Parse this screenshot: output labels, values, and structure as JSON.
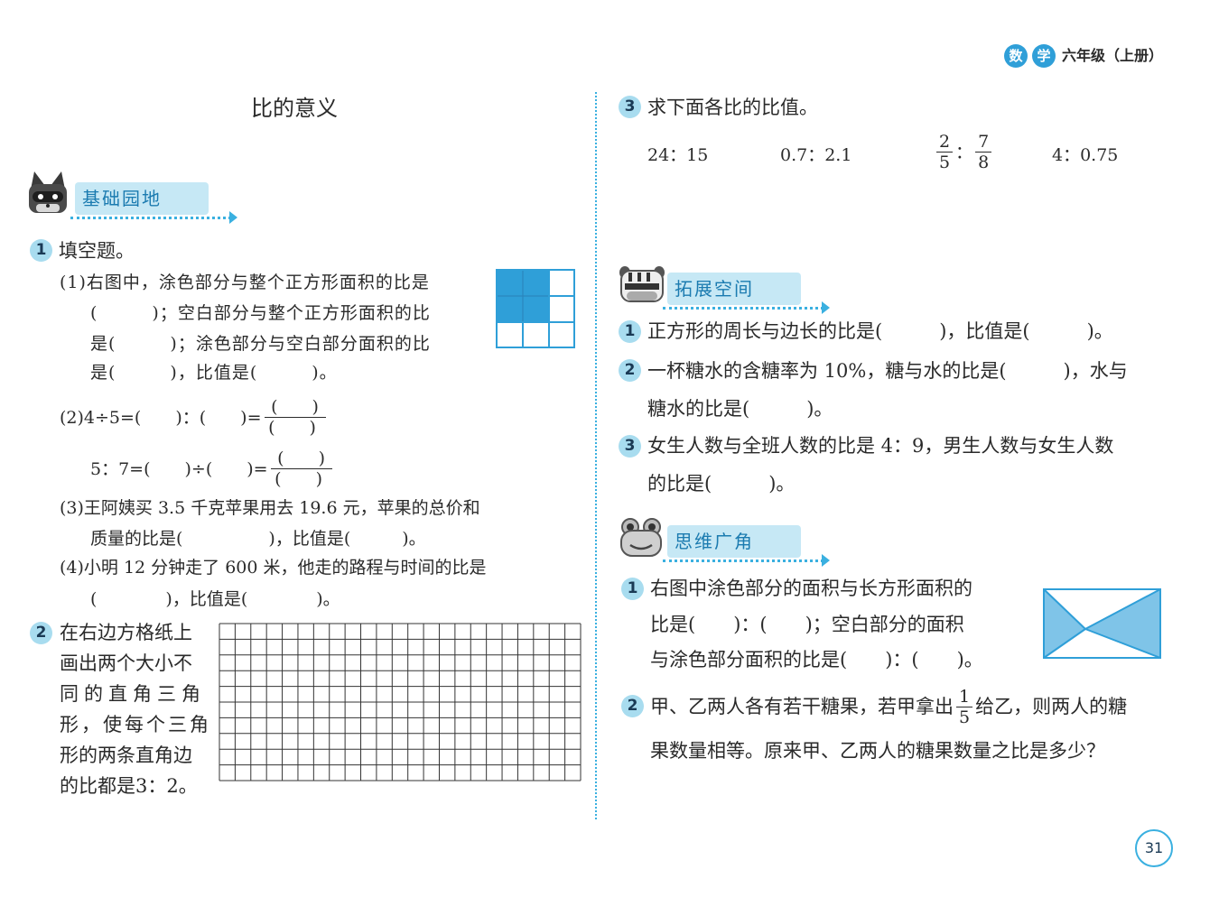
{
  "header": {
    "subject_char1": "数",
    "subject_char2": "学",
    "grade": "六年级（上册）"
  },
  "title": "比的意义",
  "left": {
    "section_label": "基础园地",
    "q1": {
      "num": "1",
      "title": "填空题。",
      "p1_l1": "(1)右图中，涂色部分与整个正方形面积的比是",
      "p1_l2": "(　　　)；空白部分与整个正方形面积的比",
      "p1_l3": "是(　　　)；涂色部分与空白部分面积的比",
      "p1_l4": "是(　　　)，比值是(　　　)。",
      "p2_l1_a": "(2)4÷5=(　　)：(　　)=",
      "p2_l2_a": "5：7=(　　)÷(　　)=",
      "frac_blank_num": "(　　)",
      "frac_blank_den": "(　　)",
      "p3_l1": "(3)王阿姨买 3.5 千克苹果用去 19.6 元，苹果的总价和",
      "p3_l2": "质量的比是(　　　　　)，比值是(　　　)。",
      "p4_l1": "(4)小明 12 分钟走了 600 米，他走的路程与时间的比是",
      "p4_l2": "(　　　　)，比值是(　　　　)。"
    },
    "q2": {
      "num": "2",
      "lines": [
        "在右边方格纸上",
        "画出两个大小不",
        "同的直角三角",
        "形，使每个三角",
        "形的两条直角边",
        "的比都是3：2。"
      ]
    }
  },
  "right": {
    "q3": {
      "num": "3",
      "title": "求下面各比的比值。",
      "r1": "24：15",
      "r2": "0.7：2.1",
      "r3_n1": "2",
      "r3_d1": "5",
      "r3_sep": "：",
      "r3_n2": "7",
      "r3_d2": "8",
      "r4": "4：0.75"
    },
    "ext_label": "拓展空间",
    "ext": [
      {
        "num": "1",
        "l1": "正方形的周长与边长的比是(　　　)，比值是(　　　)。"
      },
      {
        "num": "2",
        "l1": "一杯糖水的含糖率为 10%，糖与水的比是(　　　)，水与",
        "l2": "糖水的比是(　　　)。"
      },
      {
        "num": "3",
        "l1": "女生人数与全班人数的比是 4：9，男生人数与女生人数",
        "l2": "的比是(　　　)。"
      }
    ],
    "think_label": "思维广角",
    "think": [
      {
        "num": "1",
        "l1": "右图中涂色部分的面积与长方形面积的",
        "l2": "比是(　　)：(　　)；空白部分的面积",
        "l3": "与涂色部分面积的比是(　　)：(　　)。"
      },
      {
        "num": "2",
        "l1_a": "甲、乙两人各有若干糖果，若甲拿出",
        "frac_n": "1",
        "frac_d": "5",
        "l1_b": "给乙，则两人的糖",
        "l2": "果数量相等。原来甲、乙两人的糖果数量之比是多少？"
      }
    ]
  },
  "page_number": "31",
  "colors": {
    "accent": "#3ab0e0",
    "shade": "#2f9fd8",
    "label_bg": "#c6e8f5"
  }
}
